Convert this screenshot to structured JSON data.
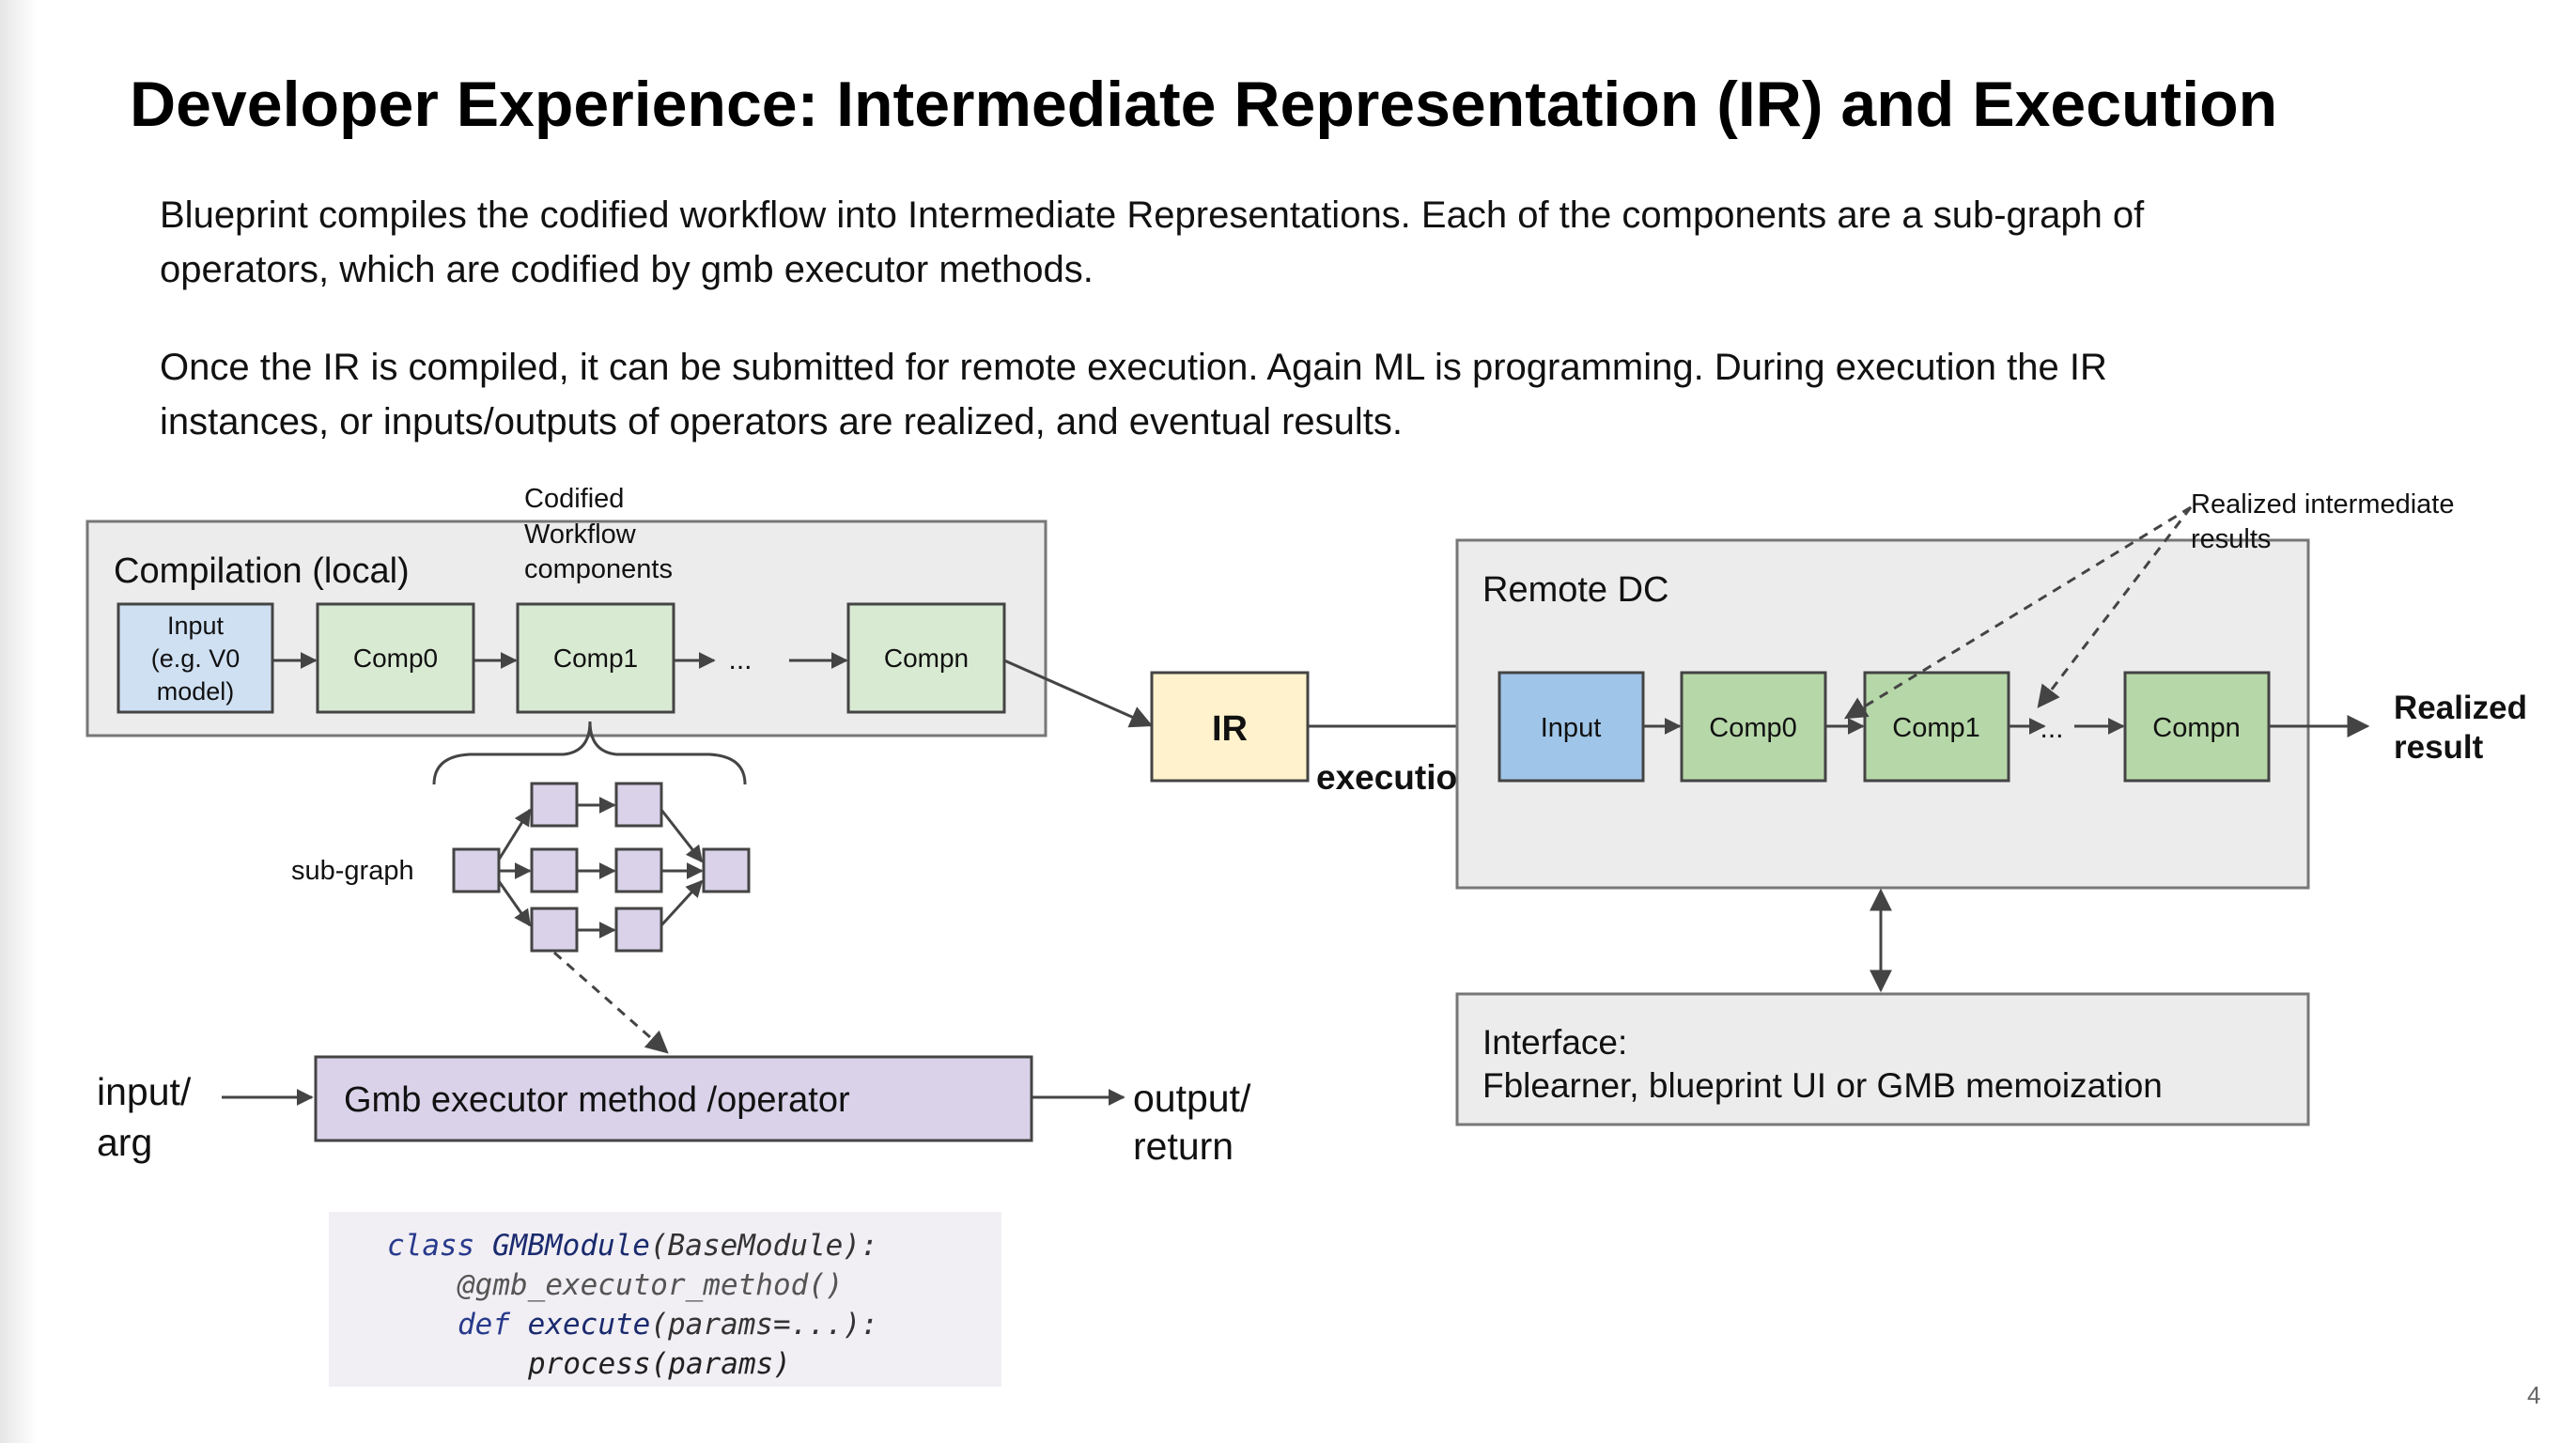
{
  "slide": {
    "title": "Developer Experience: Intermediate Representation (IR) and Execution",
    "paragraph1_line1": "Blueprint compiles the codified workflow into Intermediate Representations. Each of the components are a sub-graph of",
    "paragraph1_line2": "operators, which are codified by gmb executor methods.",
    "paragraph2_line1": "Once the IR is compiled, it can be submitted for remote execution. Again ML is programming. During execution the IR",
    "paragraph2_line2": "instances, or inputs/outputs of operators are realized, and eventual results.",
    "page_number": "4"
  },
  "compilation": {
    "title": "Compilation (local)",
    "codified_label_1": "Codified",
    "codified_label_2": "Workflow",
    "codified_label_3": "components",
    "input_line1": "Input",
    "input_line2": "(e.g. V0",
    "input_line3": "model)",
    "comp0": "Comp0",
    "comp1": "Comp1",
    "ellipsis": "...",
    "compn": "Compn",
    "subgraph_label": "sub-graph"
  },
  "ir": {
    "label": "IR",
    "execution_label": "execution"
  },
  "remote": {
    "title": "Remote DC",
    "input": "Input",
    "comp0": "Comp0",
    "comp1": "Comp1",
    "ellipsis": "...",
    "compn": "Compn",
    "realized_intermediate_1": "Realized intermediate",
    "realized_intermediate_2": "results",
    "realized_result_1": "Realized",
    "realized_result_2": "result"
  },
  "interface": {
    "line1": "Interface:",
    "line2": "Fblearner, blueprint UI or GMB memoization"
  },
  "executor": {
    "label": "Gmb executor method /operator",
    "input_1": "input/",
    "input_2": "arg",
    "output_1": "output/",
    "output_2": "return"
  },
  "code": {
    "l1_kw": "class",
    "l1_name": "GMBModule",
    "l1_rest": "(BaseModule):",
    "l2": "@gmb_executor_method()",
    "l3_kw": "def",
    "l3_name": "execute",
    "l3_rest": "(params=...):",
    "l4": "process(params)"
  },
  "colors": {
    "input_local": "#cfe0f3",
    "comp_local": "#d9ead3",
    "ir_fill": "#fff2cc",
    "input_remote": "#9fc5e8",
    "comp_remote": "#b6d7a8",
    "operator": "#d9d2e9",
    "panel": "#ececec",
    "stroke": "#444444"
  }
}
